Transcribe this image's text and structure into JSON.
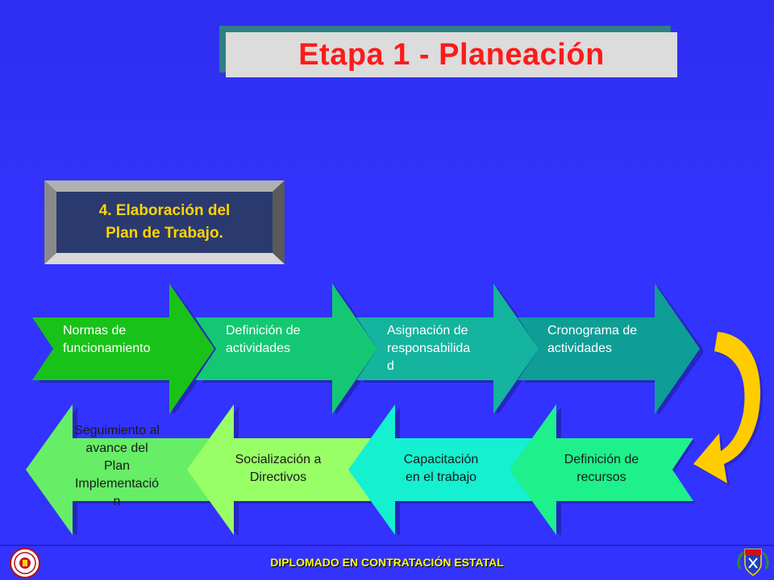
{
  "slide": {
    "title": "Etapa 1 - Planeación",
    "section_label_line1": "4. Elaboración del",
    "section_label_line2": "Plan de Trabajo.",
    "top_row": [
      {
        "lines": [
          "Normas de",
          "funcionamiento"
        ],
        "color": "#19c219"
      },
      {
        "lines": [
          "Definición de",
          "actividades"
        ],
        "color": "#14c873"
      },
      {
        "lines": [
          "Asignación de",
          "responsabilida",
          "d"
        ],
        "color": "#14b49e"
      },
      {
        "lines": [
          "Cronograma de",
          "actividades"
        ],
        "color": "#0e9e96"
      }
    ],
    "bottom_row": [
      {
        "lines": [
          "Seguimiento al",
          "avance del",
          "Plan",
          "Implementació",
          "n"
        ],
        "color": "#66ee66"
      },
      {
        "lines": [
          "Socialización a",
          "Directivos"
        ],
        "color": "#99ff66"
      },
      {
        "lines": [
          "Capacitación",
          "en el trabajo"
        ],
        "color": "#14f0d0"
      },
      {
        "lines": [
          "Definición de",
          "recursos"
        ],
        "color": "#1ef08c"
      }
    ],
    "curve_arrow_color": "#ffcc00",
    "footer_text": "DIPLOMADO EN CONTRATACIÓN ESTATAL"
  }
}
